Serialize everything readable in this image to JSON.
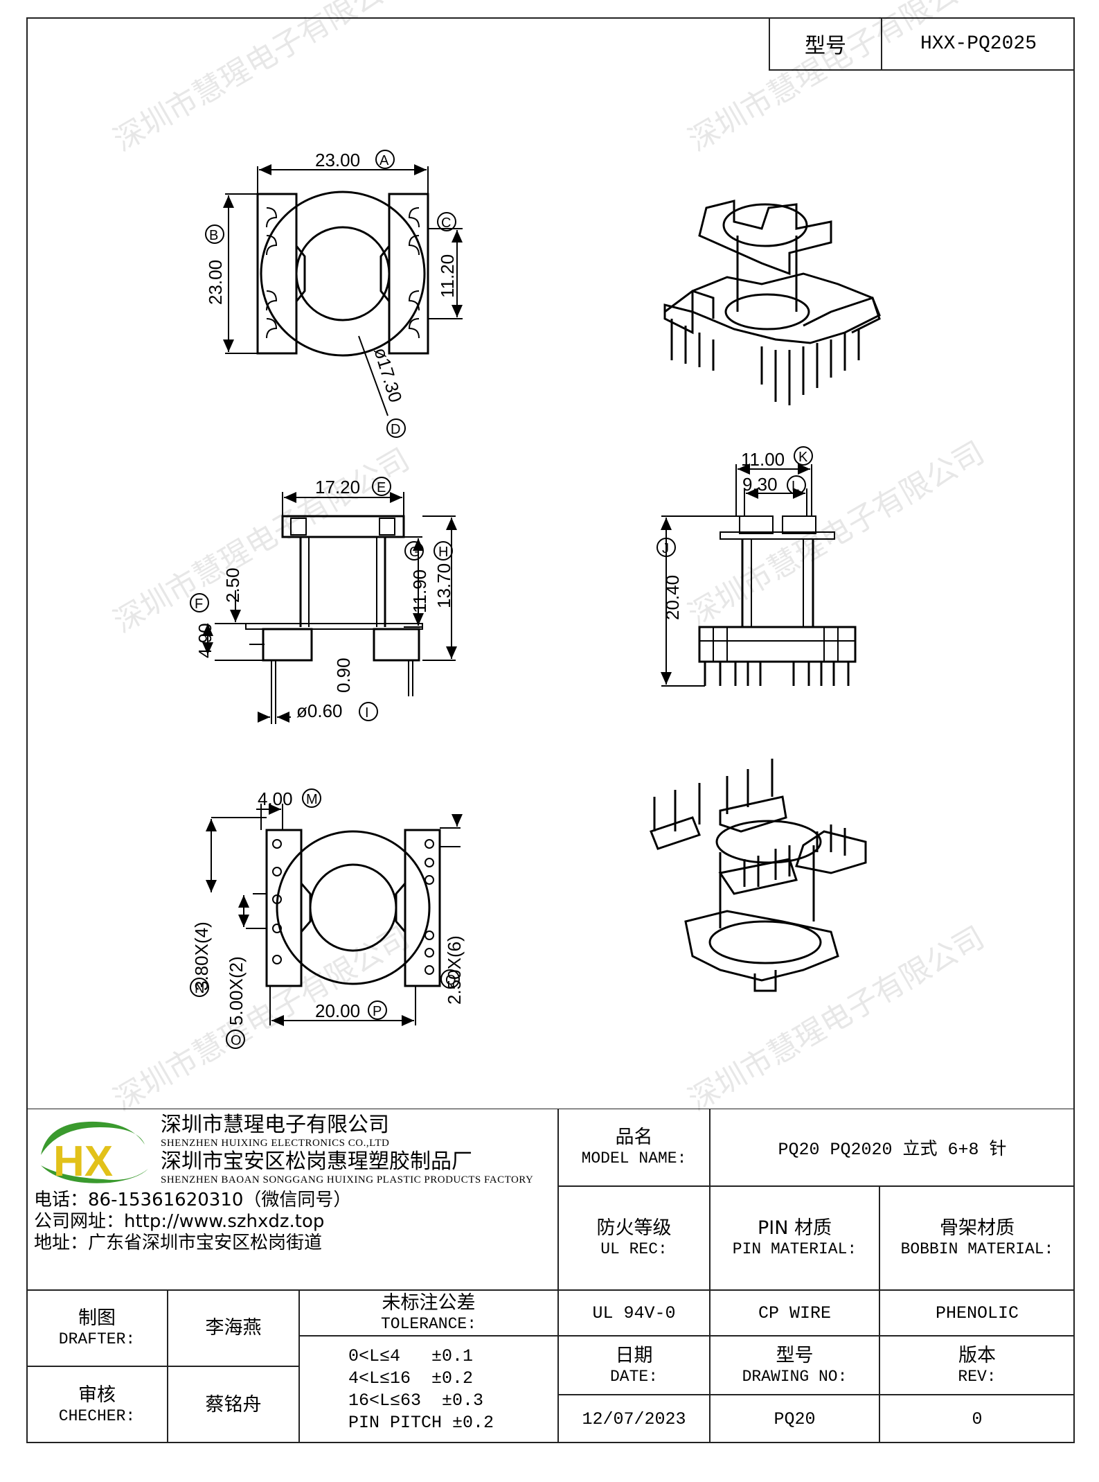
{
  "header": {
    "model_label": "型号",
    "model_value": "HXX-PQ2025"
  },
  "watermark": "深圳市慧瑆电子有限公司",
  "drawing": {
    "top_view": {
      "dim_a": "23.00",
      "tag_a": "A",
      "dim_b": "23.00",
      "tag_b": "B",
      "tag_c": "C",
      "dim_c": "11.20",
      "dim_d": "ø17.30",
      "tag_d": "D"
    },
    "side_view": {
      "dim_e": "17.20",
      "tag_e": "E",
      "dim_g": "11.90",
      "tag_g": "G",
      "dim_h": "13.70",
      "tag_h": "H",
      "dim_f": "4.90",
      "tag_f": "F",
      "dim_250": "2.50",
      "dim_090": "0.90",
      "dim_i": "ø0.60",
      "tag_i": "I"
    },
    "front_view": {
      "dim_k": "11.00",
      "tag_k": "K",
      "dim_l": "9.30",
      "tag_l": "L",
      "dim_j": "20.40",
      "tag_j": "J"
    },
    "bottom_view": {
      "dim_m": "4.00",
      "tag_m": "M",
      "dim_n": "3.80X(4)",
      "tag_n": "N",
      "dim_o": "5.00X(2)",
      "tag_o": "O",
      "dim_p": "20.00",
      "tag_p": "P",
      "dim_q": "2.50X(6)",
      "tag_q": "Q"
    }
  },
  "title_block": {
    "company_cn": "深圳市慧瑆电子有限公司",
    "company_en": "SHENZHEN HUIXING ELECTRONICS CO.,LTD",
    "factory_cn": "深圳市宝安区松岗惠瑆塑胶制品厂",
    "factory_en": "SHENZHEN BAOAN SONGGANG HUIXING PLASTIC PRODUCTS FACTORY",
    "phone": "电话：86-15361620310（微信同号）",
    "website": "公司网址：http://www.szhxdz.top",
    "address": "地址：广东省深圳市宝安区松岗街道",
    "logo_letters": "HX",
    "model_name_cn": "品名",
    "model_name_en": "MODEL NAME:",
    "model_name_value": "PQ20 PQ2020 立式 6+8 针",
    "ul_cn": "防火等级",
    "ul_en": "UL REC:",
    "ul_value": "UL 94V-0",
    "pin_cn": "PIN 材质",
    "pin_en": "PIN MATERIAL:",
    "pin_value": "CP WIRE",
    "bobbin_cn": "骨架材质",
    "bobbin_en": "BOBBIN MATERIAL:",
    "bobbin_value": "PHENOLIC",
    "drafter_cn": "制图",
    "drafter_en": "DRAFTER:",
    "drafter_name": "李海燕",
    "checker_cn": "审核",
    "checker_en": "CHECHER:",
    "checker_name": "蔡铭舟",
    "tolerance_cn": "未标注公差",
    "tolerance_en": "TOLERANCE:",
    "tolerance_lines": [
      "0<L≤4   ±0.1",
      "4<L≤16  ±0.2",
      "16<L≤63  ±0.3",
      "PIN PITCH ±0.2"
    ],
    "date_cn": "日期",
    "date_en": "DATE:",
    "date_value": "12/07/2023",
    "drawing_no_cn": "型号",
    "drawing_no_en": "DRAWING NO:",
    "drawing_no_value": "PQ20",
    "rev_cn": "版本",
    "rev_en": "REV:",
    "rev_value": "0",
    "colors": {
      "logo_green": "#3a9a2e",
      "logo_yellow": "#e2c11a"
    }
  }
}
